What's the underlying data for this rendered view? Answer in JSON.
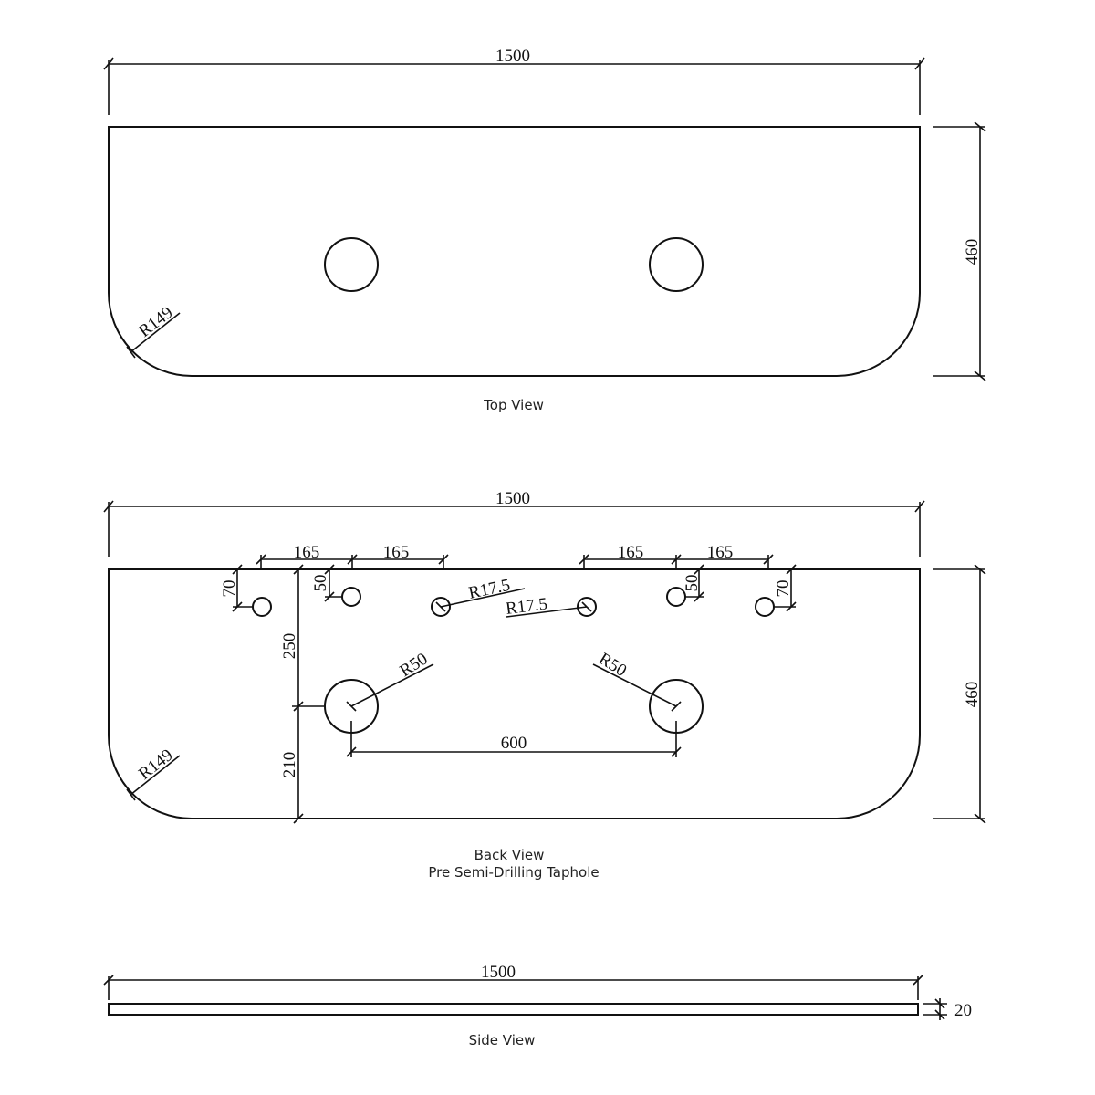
{
  "top_view": {
    "caption": "Top View",
    "width_dim": "1500",
    "depth_dim": "460",
    "corner_radius": "R149"
  },
  "back_view": {
    "caption_line1": "Back View",
    "caption_line2": "Pre Semi-Drilling Taphole",
    "width_dim": "1500",
    "depth_dim": "460",
    "corner_radius": "R149",
    "spacing": [
      "165",
      "165",
      "165",
      "165"
    ],
    "tap_offsets": [
      "70",
      "50",
      "50",
      "70"
    ],
    "taphole_radius_labels": [
      "R17.5",
      "R17.5"
    ],
    "waste_radius_labels": [
      "R50",
      "R50"
    ],
    "waste_spacing": "600",
    "vertical_dims": [
      "250",
      "210"
    ]
  },
  "side_view": {
    "caption": "Side View",
    "width_dim": "1500",
    "thickness_dim": "20"
  }
}
